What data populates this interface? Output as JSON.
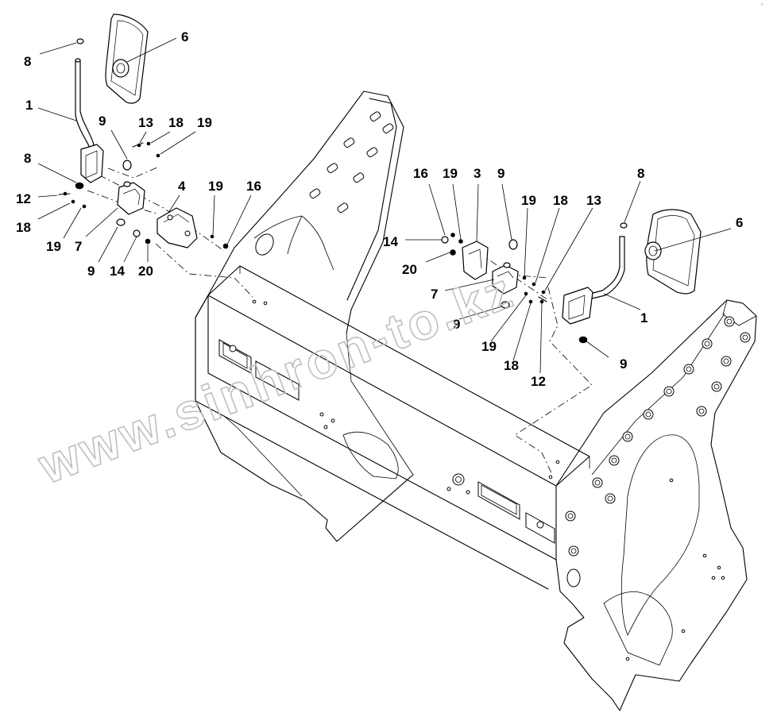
{
  "watermark": "www.sinhron-to.kz",
  "corner_mark": "ᵖ⁻",
  "callouts": [
    {
      "id": "L8a",
      "text": "8"
    },
    {
      "id": "L6a",
      "text": "6"
    },
    {
      "id": "L1a",
      "text": "1"
    },
    {
      "id": "L9a",
      "text": "9"
    },
    {
      "id": "L13a",
      "text": "13"
    },
    {
      "id": "L18a",
      "text": "18"
    },
    {
      "id": "L19a",
      "text": "19"
    },
    {
      "id": "L8b",
      "text": "8"
    },
    {
      "id": "L4",
      "text": "4"
    },
    {
      "id": "L19b",
      "text": "19"
    },
    {
      "id": "L16a",
      "text": "16"
    },
    {
      "id": "L12a",
      "text": "12"
    },
    {
      "id": "L18b",
      "text": "18"
    },
    {
      "id": "L19c",
      "text": "19"
    },
    {
      "id": "L7a",
      "text": "7"
    },
    {
      "id": "L9b",
      "text": "9"
    },
    {
      "id": "L14a",
      "text": "14"
    },
    {
      "id": "L20a",
      "text": "20"
    },
    {
      "id": "L16b",
      "text": "16"
    },
    {
      "id": "L19d",
      "text": "19"
    },
    {
      "id": "L3",
      "text": "3"
    },
    {
      "id": "L9c",
      "text": "9"
    },
    {
      "id": "L8c",
      "text": "8"
    },
    {
      "id": "L19e",
      "text": "19"
    },
    {
      "id": "L18c",
      "text": "18"
    },
    {
      "id": "L13b",
      "text": "13"
    },
    {
      "id": "L6b",
      "text": "6"
    },
    {
      "id": "L14b",
      "text": "14"
    },
    {
      "id": "L20b",
      "text": "20"
    },
    {
      "id": "L7b",
      "text": "7"
    },
    {
      "id": "L1b",
      "text": "1"
    },
    {
      "id": "L9d",
      "text": "9"
    },
    {
      "id": "L19f",
      "text": "19"
    },
    {
      "id": "L18d",
      "text": "18"
    },
    {
      "id": "L12b",
      "text": "12"
    },
    {
      "id": "L9e",
      "text": "9"
    }
  ]
}
